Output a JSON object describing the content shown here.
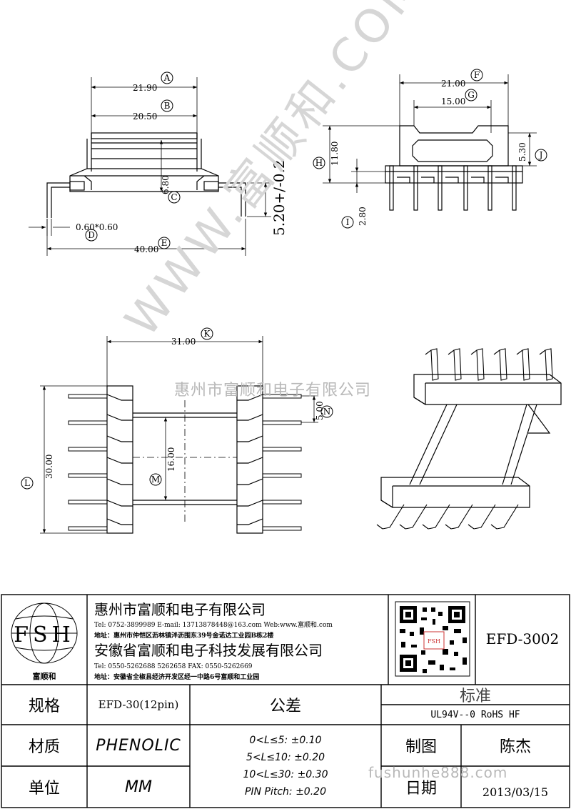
{
  "dimensions": {
    "A": {
      "letter": "A",
      "value": "21.90"
    },
    "B": {
      "letter": "B",
      "value": "20.50"
    },
    "C": {
      "letter": "C",
      "value": "6.80"
    },
    "D": {
      "letter": "D",
      "value": "0.60*0.60"
    },
    "E": {
      "letter": "E",
      "value": "40.00"
    },
    "F": {
      "letter": "F",
      "value": "21.00"
    },
    "G": {
      "letter": "G",
      "value": "15.00"
    },
    "H": {
      "letter": "H",
      "value": "11.80"
    },
    "I": {
      "letter": "I",
      "value": "2.80"
    },
    "J": {
      "letter": "J",
      "value": "5.30"
    },
    "K": {
      "letter": "K",
      "value": "31.00"
    },
    "L": {
      "letter": "L",
      "value": "30.00"
    },
    "M": {
      "letter": "M",
      "value": "16.00"
    },
    "N": {
      "letter": "N",
      "value": "5.00"
    }
  },
  "pin_offset_note": "5.20+/-0.2",
  "watermarks": {
    "company": "惠州市富顺和电子有限公司",
    "url": "fushunhe888.com",
    "diagonal": "WWW.富顺和.COM"
  },
  "title_block": {
    "logo_text": "FSH",
    "logo_caption": "富顺和",
    "company1": {
      "name": "惠州市富顺和电子有限公司",
      "contact": "Tel:  0752-3899989  E-mail: 13713878448@163.com  Web:www.富顺和.com",
      "address": "地址：惠州市仲恺区沥林镇泮沥围东39号金诺达工业园B栋2楼"
    },
    "company2": {
      "name": "安徽省富顺和电子科技发展有限公司",
      "contact": "Tel:  0550-5262688  5262658     FAX: 0550-5262669",
      "address": "地址：安徽省全椒县经济开发区经一中路6号富顺和工业园"
    },
    "part_number": "EFD-3002",
    "spec_label": "规格",
    "spec_value": "EFD-30(12pin)",
    "material_label": "材质",
    "material_value": "PHENOLIC",
    "unit_label": "单位",
    "unit_value": "MM",
    "tolerance_label": "公差",
    "tolerances": [
      "0<L≤5: ±0.10",
      "5<L≤10: ±0.20",
      "10<L≤30: ±0.30",
      "PIN Pitch: ±0.20"
    ],
    "standard_label": "标准",
    "standard_value": "UL94V--0  RoHS HF",
    "drawn_label": "制图",
    "drawn_by": "陈杰",
    "date_label": "日期",
    "date": "2013/03/15"
  }
}
